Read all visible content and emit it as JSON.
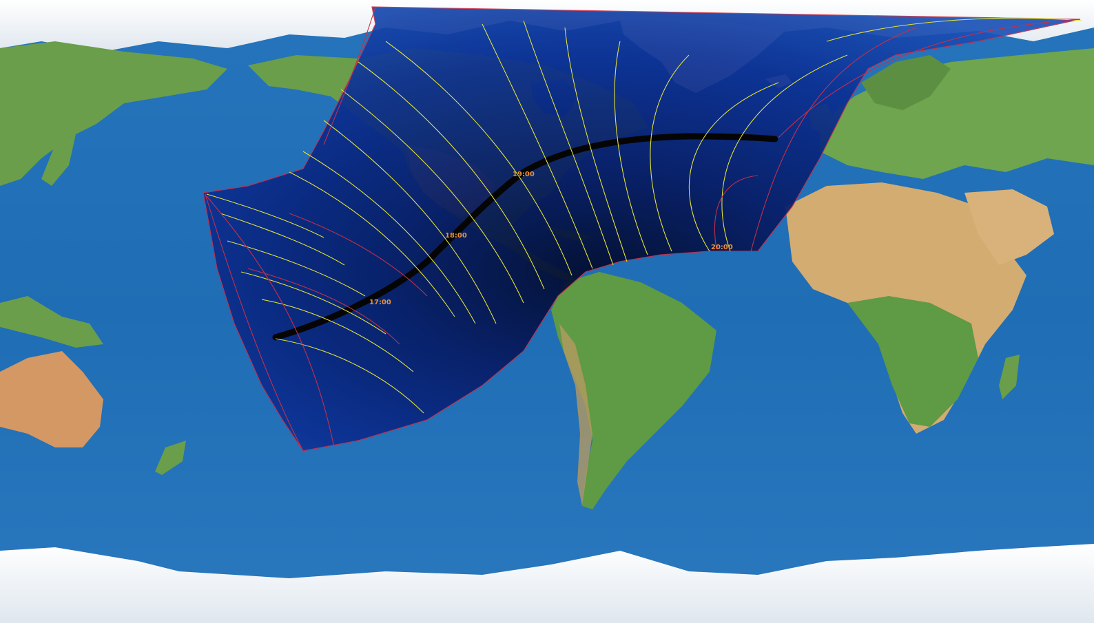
{
  "map": {
    "colors": {
      "ocean": "#1e6fb5",
      "ocean_deep": "#1a5fa3",
      "land_green": "#5f9a44",
      "land_desert": "#d8b27a",
      "land_dry": "#b49a62",
      "ice": "#eef2f6",
      "shadow_dark": "#020a2a",
      "shadow_mid": "#0b2a8a",
      "shadow_light": "#1d4fb8",
      "path_core": "#050505",
      "boundary_line": "#c4304a",
      "isochrone_line": "#e4e23a",
      "time_label": "#e8913a"
    },
    "time_labels": [
      {
        "id": "t1700",
        "text": "17:00"
      },
      {
        "id": "t1800",
        "text": "18:00"
      },
      {
        "id": "t1900",
        "text": "19:00"
      },
      {
        "id": "t2000",
        "text": "20:00"
      }
    ]
  }
}
